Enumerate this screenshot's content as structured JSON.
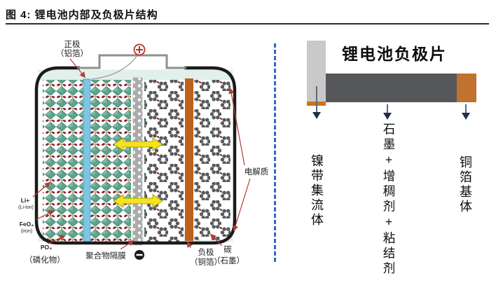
{
  "figure": {
    "title": "图 4: 锂电池内部及负极片结构"
  },
  "battery": {
    "positive_electrode": {
      "line1": "正极",
      "line2": "（铝箔）"
    },
    "electrolyte": "电解质",
    "li_ion": {
      "main": "Li+",
      "sub": "(Li-ion)"
    },
    "feo4": {
      "main": "FeO₄",
      "sub": "(iron)"
    },
    "po4": {
      "main": "PO₄",
      "sub": "（磷化物）"
    },
    "separator_label": "聚合物隔膜",
    "negative_electrode": {
      "line1": "负极",
      "line2": "（铜箔）"
    },
    "carbon": {
      "line1": "碳",
      "line2": "（石墨）"
    }
  },
  "anode_sheet": {
    "title": "锂电池负极片",
    "labels": {
      "nickel_collector": "镍带集流体",
      "coating": "石墨+增稠剂+粘结剂",
      "copper_substrate": "铜箔基体"
    }
  },
  "colors": {
    "divider_blue": "#3565c8",
    "coating_dark_gray": "#56575a",
    "nickel_light_gray": "#c9c9c9",
    "orange_copper_segment": "#c0722e",
    "copper_foil_bar": "#bd5f1e",
    "aluminum_foil_bar": "#7cc6e2",
    "yellow_arrow": "#f4e31d",
    "red_leader": "#b23b35",
    "cathode_teal": "#5fa38d",
    "graphite_gray": "#59595b",
    "down_arrow": "#22303f"
  }
}
